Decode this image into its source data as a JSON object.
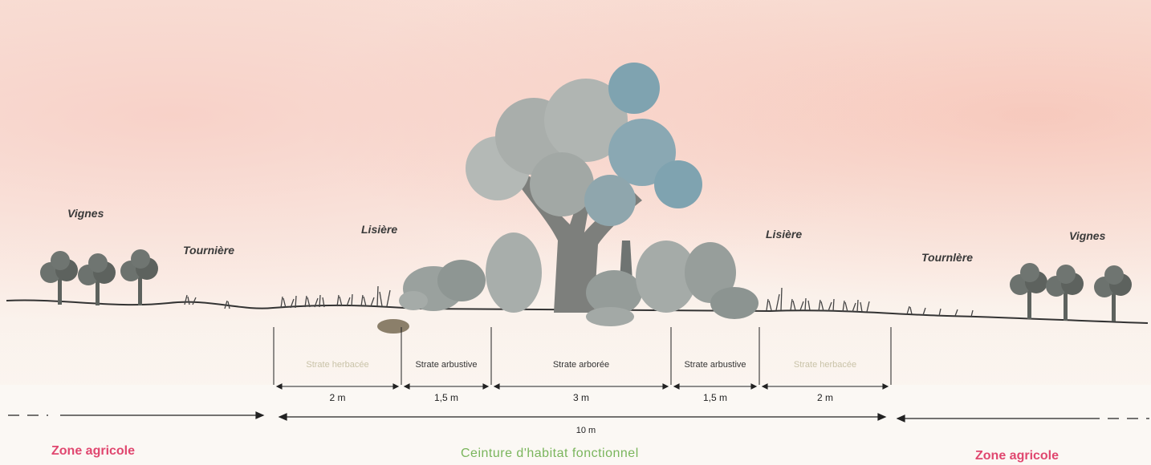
{
  "labels": {
    "vignes_left": "Vignes",
    "vignes_right": "Vignes",
    "tourniere_left": "Tournière",
    "tourniere_right": "Tournlère",
    "lisiere_left": "Lisière",
    "lisiere_right": "Lisière"
  },
  "strates": [
    {
      "label": "Strate herbacée",
      "width": "2 m"
    },
    {
      "label": "Strate arbustive",
      "width": "1,5 m"
    },
    {
      "label": "Strate arborée",
      "width": "3 m"
    },
    {
      "label": "Strate arbustive",
      "width": "1,5 m"
    },
    {
      "label": "Strate herbacée",
      "width": "2 m"
    }
  ],
  "total_width": "10 m",
  "zones": {
    "left": "Zone agricole",
    "center": "Ceinture d'habitat fonctionnel",
    "right": "Zone agricole"
  },
  "colors": {
    "zone_agricole": "#e0476f",
    "ceinture": "#7ab55c",
    "foliage_light": "#a6adaa",
    "foliage_blue": "#7fa3b0",
    "trunk": "#7d7f7c",
    "vine": "#5d625e"
  }
}
